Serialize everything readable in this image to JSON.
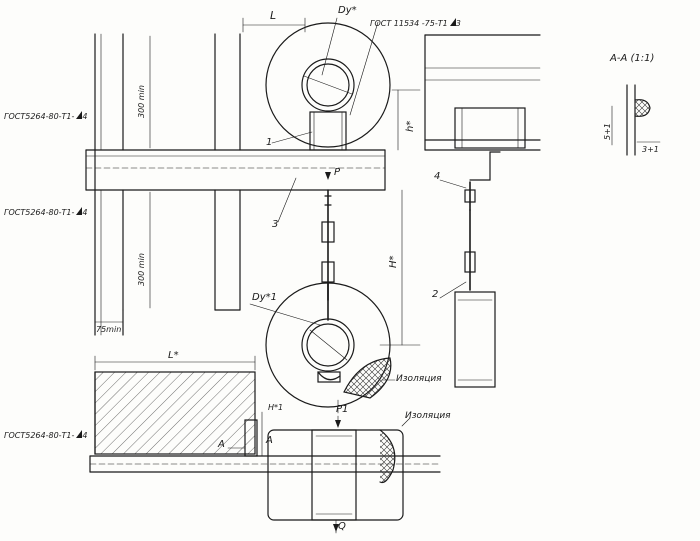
{
  "labels": {
    "gost_weld_left_top": "ГОСТ5264-80-Т1-",
    "gost_weld_left_mid": "ГОСТ5264-80-Т1-",
    "gost_weld_bottom": "ГОСТ5264-80-Т1-",
    "gost_11534": "ГОСТ 11534 -75-Т1",
    "weld_leg_top": "4",
    "weld_leg_mid": "4",
    "weld_leg_bottom": "4",
    "weld_leg_11534": "3",
    "dim_L": "L",
    "dim_Dy": "Dу*",
    "dim_Dy1": "Dу*1",
    "dim_h": "h*",
    "dim_H": "H*",
    "dim_L_star": "L*",
    "dim_Hstar1": "H*1",
    "dim_300_top": "300 min",
    "dim_300_bottom": "300 min",
    "dim_75": "75min",
    "load_P": "P",
    "load_P1": "P1",
    "load_Q": "Q",
    "item_1": "1",
    "item_2": "2",
    "item_3": "3",
    "item_4": "4",
    "section_A_left": "A",
    "section_A_right": "A",
    "section_title": "A-A (1:1)",
    "sec_dim_5": "5+1",
    "sec_dim_3": "3+1",
    "insulation_top": "Изоляция",
    "insulation_bottom": "Изоляция"
  }
}
